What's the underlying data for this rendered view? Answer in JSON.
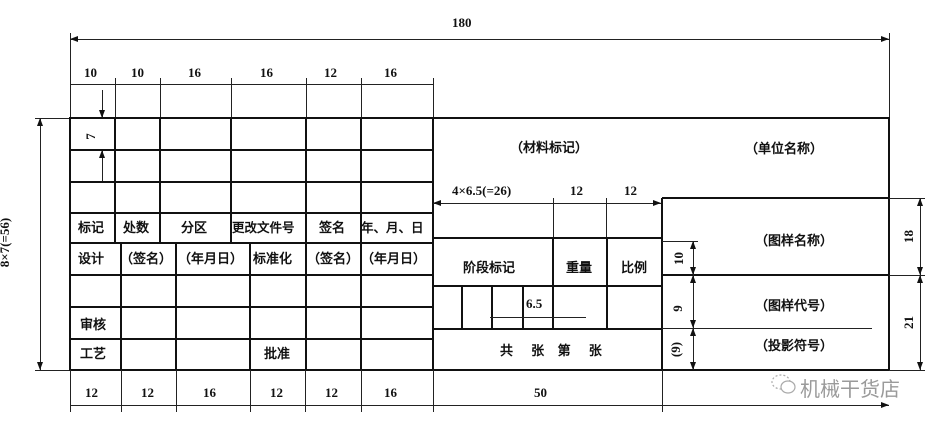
{
  "dimensions": {
    "total_width": "180",
    "top_cols": [
      "10",
      "10",
      "16",
      "16",
      "12",
      "16"
    ],
    "row_height": "7",
    "total_height": "8×7(=56)",
    "stage_marks": "4×6.5(=26)",
    "weight_width": "12",
    "scale_width": "12",
    "mark_cell": "6.5",
    "bottom_cols": [
      "12",
      "12",
      "16",
      "12",
      "12",
      "16"
    ],
    "middle_width": "50",
    "drawing_name_height": "18",
    "code_block_height": "21",
    "stage_row_height": "10",
    "code_row_height": "9",
    "projection_row_height": "(9)"
  },
  "revision_header": {
    "mark": "标记",
    "count": "处数",
    "zone": "分区",
    "change_doc": "更改文件号",
    "signature": "签名",
    "date": "年、月、日"
  },
  "sign_rows": {
    "design": "设计",
    "signature1": "（签名）",
    "date1": "（年月日）",
    "standardization": "标准化",
    "signature2": "（签名）",
    "date2": "（年月日）",
    "review": "审核",
    "process": "工艺",
    "approve": "批准"
  },
  "middle": {
    "material": "（材料标记）",
    "stage_mark": "阶段标记",
    "weight": "重量",
    "scale": "比例",
    "sheets": "共    张   第    张"
  },
  "right": {
    "unit_name": "（单位名称）",
    "drawing_name": "（图样名称）",
    "drawing_code": "（图样代号）",
    "projection_symbol": "（投影符号）"
  },
  "watermark": {
    "icon": "wechat-icon",
    "text": "机械干货店"
  }
}
